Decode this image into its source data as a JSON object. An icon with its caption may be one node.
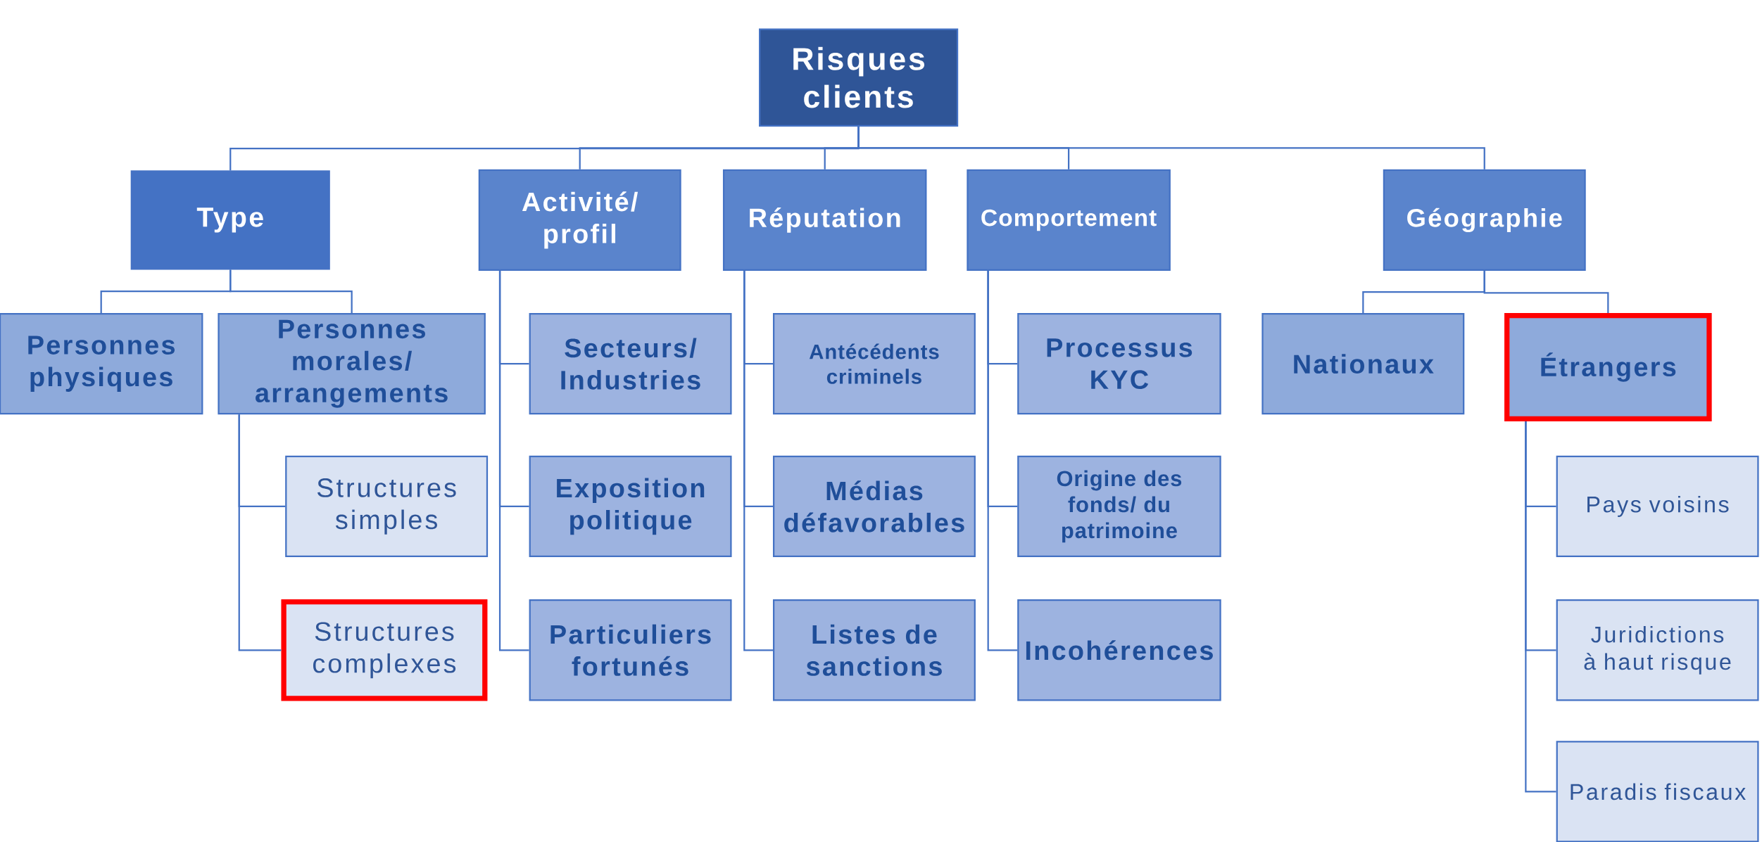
{
  "diagram": {
    "nodes": [
      {
        "text": [
          "Risques clients"
        ]
      },
      {
        "text": [
          "Type"
        ]
      },
      {
        "text": [
          "Activité/ profil"
        ]
      },
      {
        "text": [
          "Réputation"
        ]
      },
      {
        "text": [
          "Comportement"
        ]
      },
      {
        "text": [
          "Géographie"
        ]
      },
      {
        "text": [
          "Personnes physiques"
        ]
      },
      {
        "text": [
          "Personnes morales/ arrangements"
        ]
      },
      {
        "text": [
          "Structures simples"
        ]
      },
      {
        "text": [
          "Structures complexes"
        ]
      },
      {
        "text": [
          "Secteurs/ Industries"
        ]
      },
      {
        "text": [
          "Exposition politique"
        ]
      },
      {
        "text": [
          "Particuliers fortunés"
        ]
      },
      {
        "text": [
          "Antécédents criminels"
        ]
      },
      {
        "text": [
          "Médias défavorables"
        ]
      },
      {
        "text": [
          "Listes de sanctions"
        ]
      },
      {
        "text": [
          "Processus KYC"
        ]
      },
      {
        "text": [
          "Origine des fonds/ du patrimoine"
        ]
      },
      {
        "text": [
          "Incohérences"
        ]
      },
      {
        "text": [
          "Nationaux"
        ]
      },
      {
        "text": [
          "Étrangers"
        ]
      },
      {
        "text": [
          "Pays voisins"
        ]
      },
      {
        "text": [
          "Juridictions à haut risque"
        ]
      },
      {
        "text": [
          "Paradis fiscaux"
        ]
      }
    ],
    "edges": [
      {
        "from": 0,
        "to": 1,
        "arrow": "none"
      },
      {
        "from": 0,
        "to": 2,
        "arrow": "none"
      },
      {
        "from": 0,
        "to": 3,
        "arrow": "none"
      },
      {
        "from": 0,
        "to": 4,
        "arrow": "none"
      },
      {
        "from": 0,
        "to": 5,
        "arrow": "none"
      },
      {
        "from": 1,
        "to": 6,
        "arrow": "none"
      },
      {
        "from": 1,
        "to": 7,
        "arrow": "none"
      },
      {
        "from": 7,
        "to": 8,
        "arrow": "none"
      },
      {
        "from": 7,
        "to": 9,
        "arrow": "none"
      },
      {
        "from": 2,
        "to": 10,
        "arrow": "none"
      },
      {
        "from": 2,
        "to": 11,
        "arrow": "none"
      },
      {
        "from": 2,
        "to": 12,
        "arrow": "none"
      },
      {
        "from": 3,
        "to": 13,
        "arrow": "none"
      },
      {
        "from": 3,
        "to": 14,
        "arrow": "none"
      },
      {
        "from": 3,
        "to": 15,
        "arrow": "none"
      },
      {
        "from": 4,
        "to": 16,
        "arrow": "none"
      },
      {
        "from": 4,
        "to": 17,
        "arrow": "none"
      },
      {
        "from": 4,
        "to": 18,
        "arrow": "none"
      },
      {
        "from": 5,
        "to": 19,
        "arrow": "none"
      },
      {
        "from": 5,
        "to": 20,
        "arrow": "none"
      },
      {
        "from": 20,
        "to": 21,
        "arrow": "none"
      },
      {
        "from": 20,
        "to": 22,
        "arrow": "none"
      },
      {
        "from": 20,
        "to": 23,
        "arrow": "none"
      }
    ]
  }
}
